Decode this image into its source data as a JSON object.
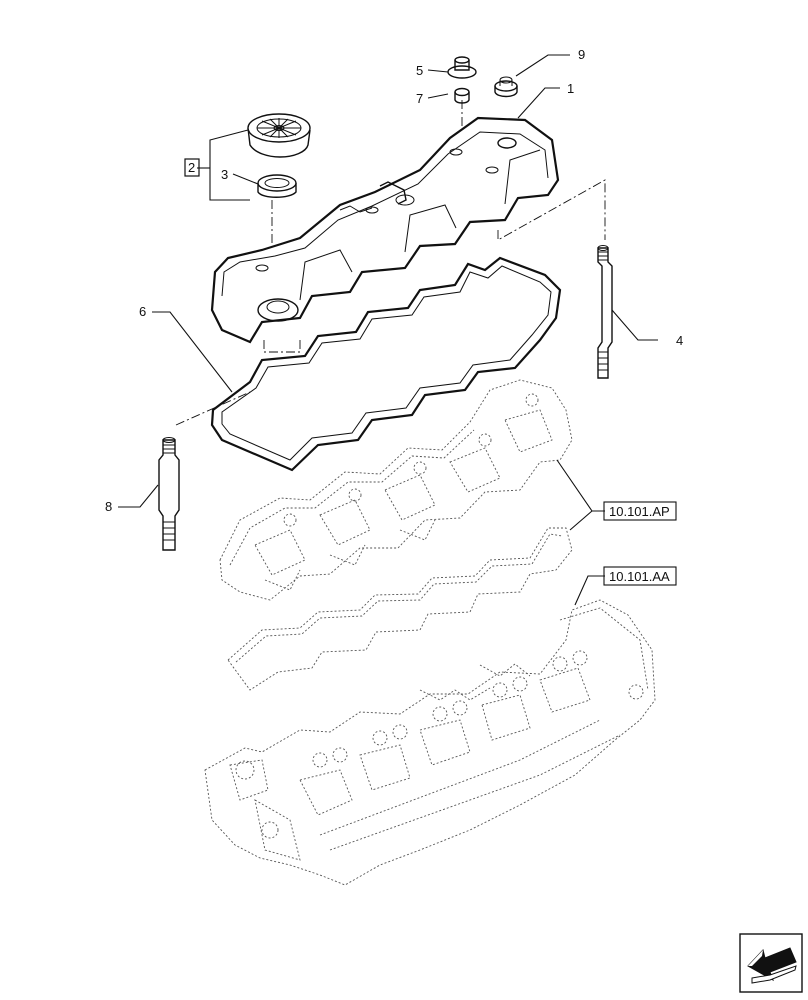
{
  "callouts": {
    "c1": "1",
    "c2": "2",
    "c3": "3",
    "c4": "4",
    "c5": "5",
    "c6": "6",
    "c7": "7",
    "c8": "8",
    "c9": "9"
  },
  "references": {
    "ref_ap": "10.101.AP",
    "ref_aa": "10.101.AA"
  },
  "icons": {
    "nav": "arrow-left-icon"
  }
}
